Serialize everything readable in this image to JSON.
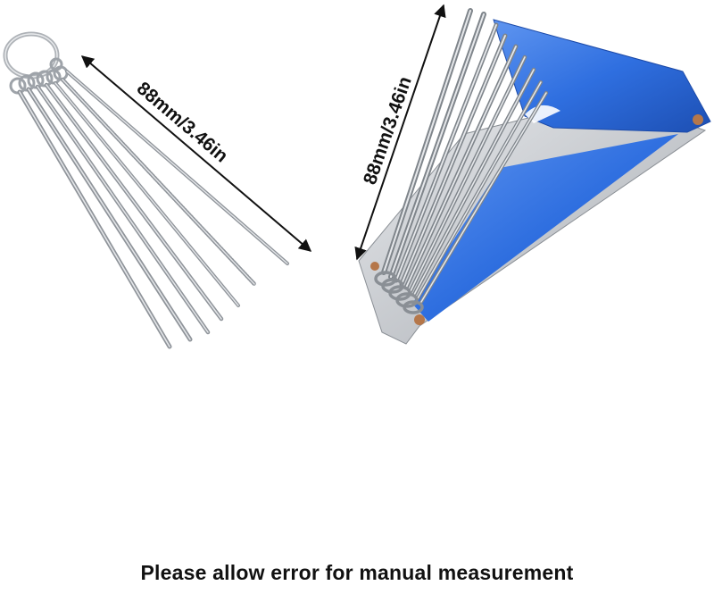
{
  "left_product": {
    "dimension_label": "88mm/3.46in"
  },
  "right_product": {
    "dimension_label": "88mm/3.46in"
  },
  "caption": "Please allow error for manual measurement",
  "colors": {
    "case_blue": "#2f6fe0",
    "steel": "#b8bcc2",
    "text": "#111111"
  },
  "icons": [
    "key-ring-icon",
    "dimension-arrow-icon"
  ]
}
